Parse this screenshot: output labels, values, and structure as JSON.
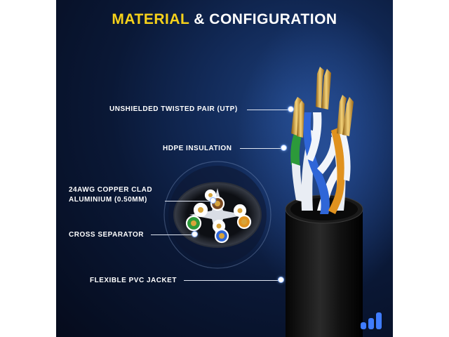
{
  "headline": {
    "accent": "MATERIAL",
    "rest": " & CONFIGURATION"
  },
  "callouts": [
    {
      "text": "UNSHIELDED TWISTED PAIR (UTP)"
    },
    {
      "text": "HDPE INSULATION"
    },
    {
      "text": "24AWG COPPER CLAD"
    },
    {
      "text": "ALUMINIUM (0.50MM)"
    },
    {
      "text": "CROSS SEPARATOR"
    },
    {
      "text": "FLEXIBLE PVC JACKET"
    }
  ],
  "colors": {
    "accent": "#f7d21a",
    "text": "#ffffff",
    "background": "#0a1836"
  },
  "icons": [
    "brand-logo-icon"
  ]
}
